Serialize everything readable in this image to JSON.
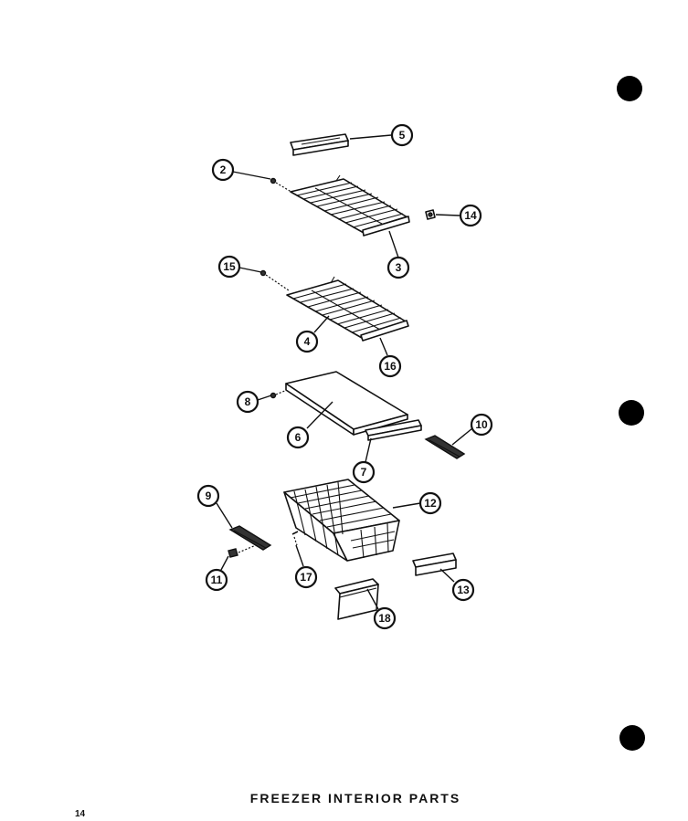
{
  "caption": "FREEZER INTERIOR PARTS",
  "page_number": "14",
  "callouts": [
    {
      "id": "2",
      "label": "2"
    },
    {
      "id": "3",
      "label": "3"
    },
    {
      "id": "4",
      "label": "4"
    },
    {
      "id": "5",
      "label": "5"
    },
    {
      "id": "6",
      "label": "6"
    },
    {
      "id": "7",
      "label": "7"
    },
    {
      "id": "8",
      "label": "8"
    },
    {
      "id": "9",
      "label": "9"
    },
    {
      "id": "10",
      "label": "10"
    },
    {
      "id": "11",
      "label": "11"
    },
    {
      "id": "12",
      "label": "12"
    },
    {
      "id": "13",
      "label": "13"
    },
    {
      "id": "14",
      "label": "14"
    },
    {
      "id": "15",
      "label": "15"
    },
    {
      "id": "16",
      "label": "16"
    },
    {
      "id": "17",
      "label": "17"
    },
    {
      "id": "18",
      "label": "18"
    }
  ],
  "colors": {
    "ink": "#111111",
    "paper": "#ffffff"
  }
}
